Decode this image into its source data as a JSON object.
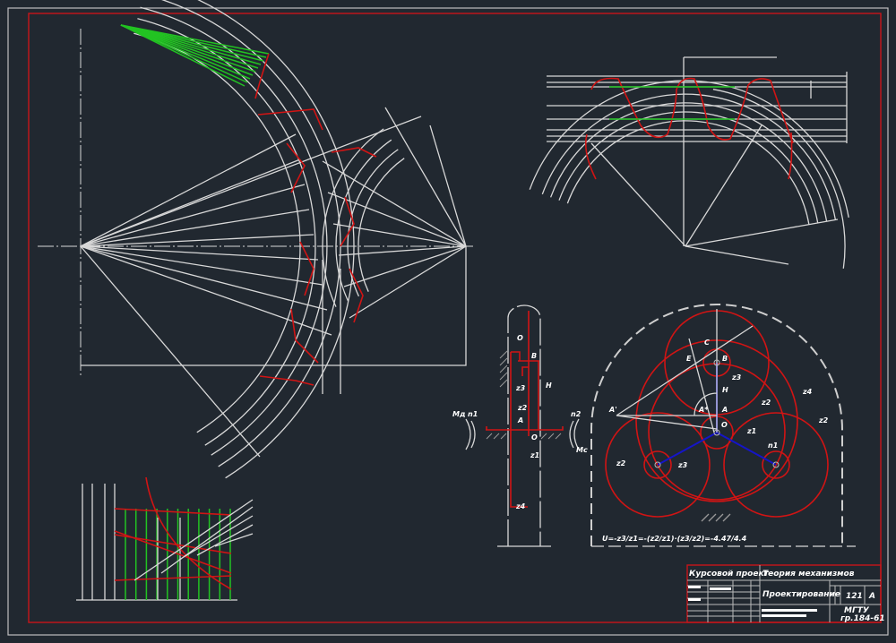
{
  "colors": {
    "background": "#212830",
    "line": "#d8d8d8",
    "profile": "#d11414",
    "highlight": "#22c322",
    "carrier": "#1515c8"
  },
  "labels": {
    "scheme": {
      "z3_top": "O",
      "b": "B",
      "z3": "z3",
      "h": "H",
      "z2": "z2",
      "a": "A",
      "o": "O",
      "z1": "z1",
      "z4": "z4",
      "m1": "Мд",
      "n1": "n1",
      "n2": "n2",
      "m2": "Мс"
    },
    "planetary": {
      "c": "C",
      "b": "B",
      "z3": "z3",
      "h": "H",
      "a_prime": "A'",
      "a_star": "A*",
      "a": "A",
      "o": "O",
      "z1": "z1",
      "z2": "z2",
      "z4": "z4",
      "z2b": "z2",
      "z3b": "z3",
      "n": "n1",
      "e": "E"
    },
    "formula": "U=-z3/z1=-(z2/z1)·(z3/z2)=-4.47/4.4"
  },
  "title_block": {
    "project": "Курсовой проект",
    "subject": "Теория механизмов",
    "name": "Проектирование",
    "sheet": "121",
    "format": "А",
    "org": "МГТУ",
    "group": "гр.184-61"
  }
}
